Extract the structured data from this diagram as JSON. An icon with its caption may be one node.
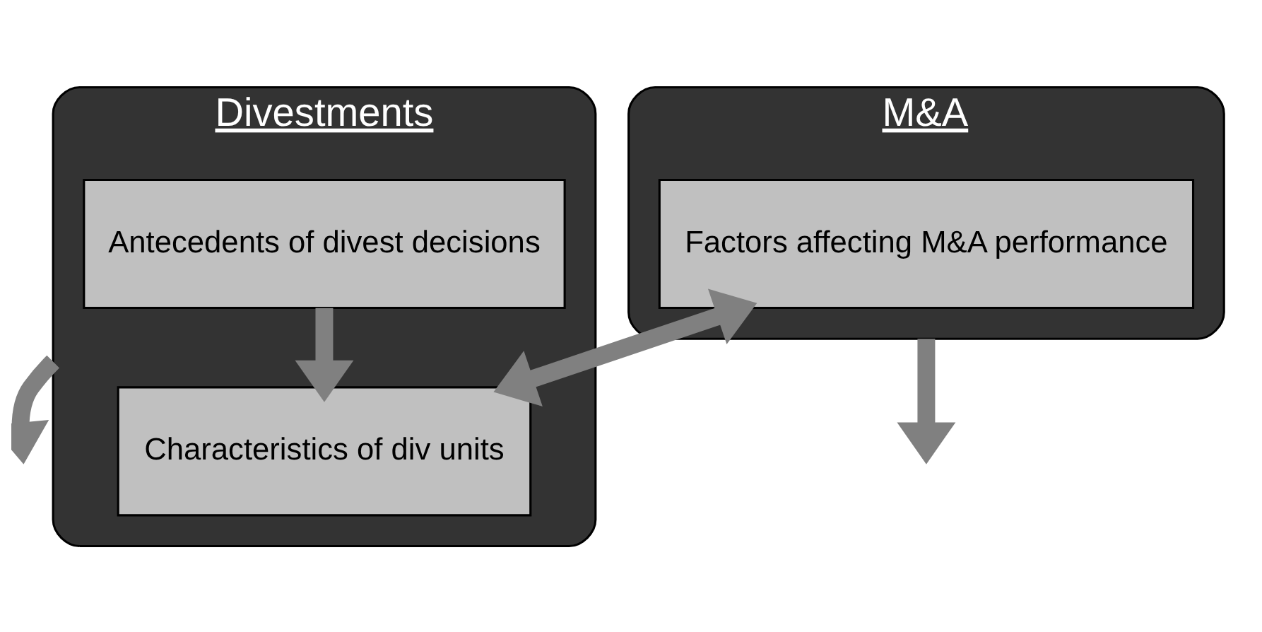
{
  "diagram": {
    "nodes": [
      {
        "text": [
          "M&A"
        ]
      },
      {
        "text": [
          "Factors affecting M&A performance"
        ],
        "in": 0
      },
      {
        "text": [
          "Divestments"
        ]
      },
      {
        "text": [
          "Antecedents of divest decisions"
        ],
        "in": 2
      },
      {
        "text": [
          "Characteristics of div units"
        ],
        "in": 2
      }
    ],
    "edges": [
      {
        "from": 1,
        "to": 4,
        "arrow": "both"
      },
      {
        "from": 3,
        "to": 4,
        "arrow": "to"
      },
      {
        "from": 0,
        "to": null,
        "arrow": "to"
      },
      {
        "from": 2,
        "to": null,
        "arrow": "to"
      }
    ]
  }
}
